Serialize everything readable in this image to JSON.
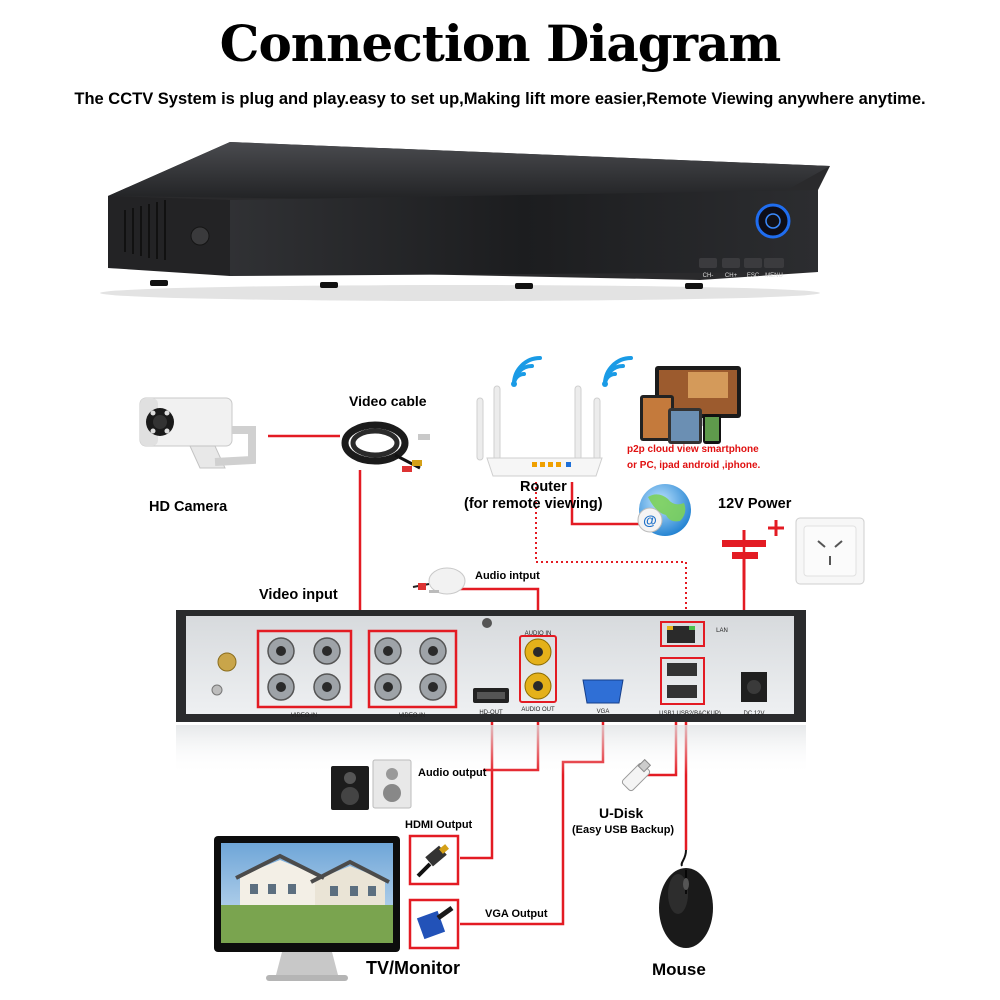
{
  "header": {
    "title": "Connection Diagram",
    "subtitle": "The CCTV System is plug and play.easy to set up,Making lift more easier,Remote Viewing anywhere anytime."
  },
  "dvr_front": {
    "buttons": [
      "CH-",
      "CH+",
      "ESC",
      "MENU"
    ]
  },
  "labels": {
    "video_cable": "Video cable",
    "hd_camera": "HD Camera",
    "router": "Router",
    "router_note": "(for remote viewing)",
    "p2p_line1": "p2p cloud  view smartphone",
    "p2p_line2": "or PC, ipad android ,iphone.",
    "power": "12V Power",
    "video_input": "Video input",
    "audio_input": "Audio intput",
    "audio_output": "Audio output",
    "hdmi_output": "HDMI Output",
    "vga_output": "VGA Output",
    "udisk": "U-Disk",
    "udisk_note": "(Easy USB Backup)",
    "tv": "TV/Monitor",
    "mouse": "Mouse"
  },
  "rear_panel": {
    "video_in": "VIDEO IN",
    "hd_out": "HD-OUT",
    "audio_in": "AUDIO IN",
    "audio_out": "AUDIO OUT",
    "vga": "VGA",
    "lan": "LAN",
    "usb": "USB1  USB2(BACKUP)",
    "dc": "DC 12V"
  },
  "colors": {
    "line": "#e31b23",
    "dvr_body": "#2b2b2d",
    "panel": "#e6e9ec",
    "router": "#f4f4f4"
  }
}
